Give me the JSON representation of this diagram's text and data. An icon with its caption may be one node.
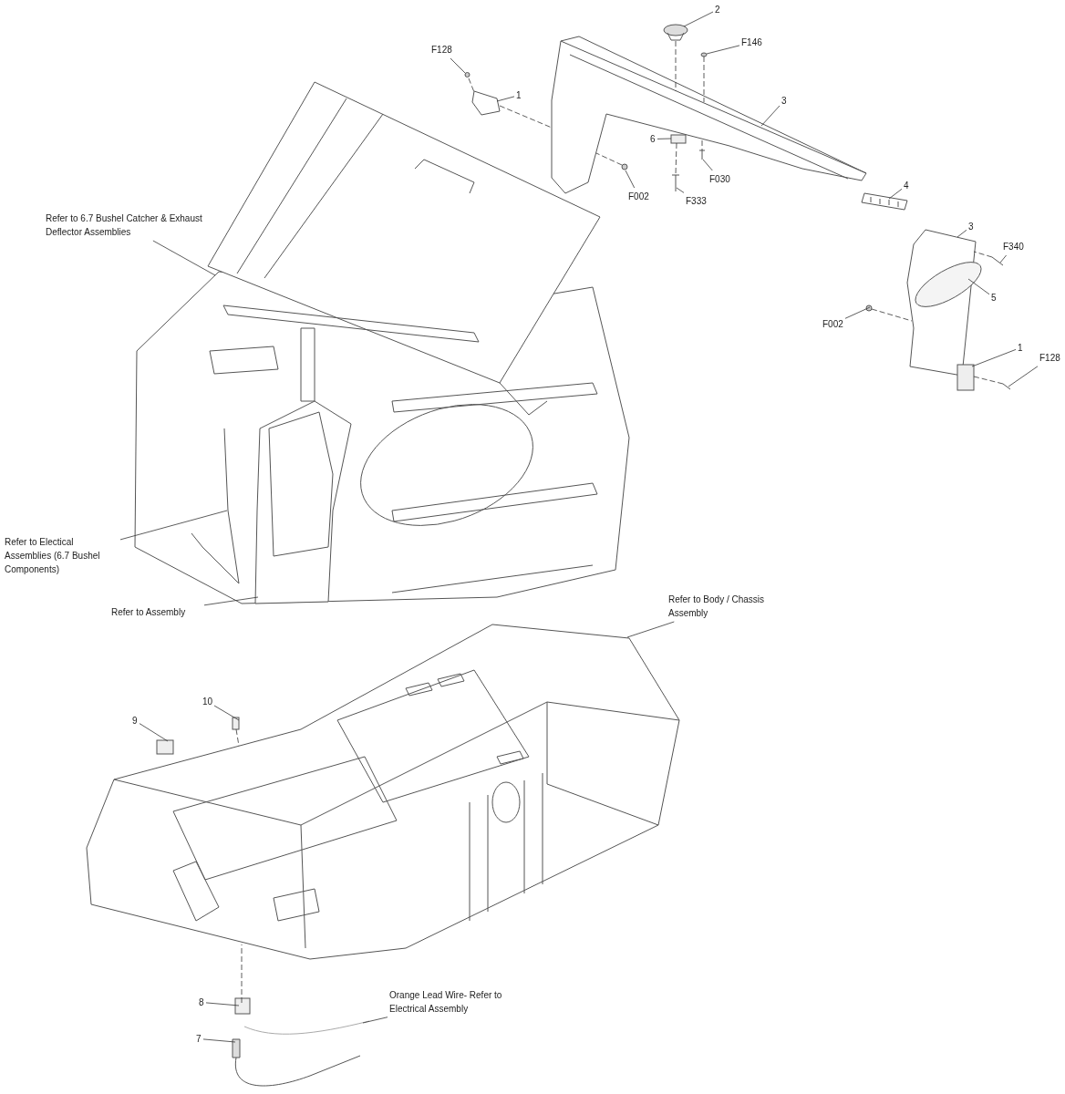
{
  "diagram": {
    "nodes": [
      {
        "text": [
          "F128"
        ]
      },
      {
        "text": [
          "1"
        ]
      },
      {
        "text": [
          "2"
        ]
      },
      {
        "text": [
          "F146"
        ]
      },
      {
        "text": [
          "3"
        ]
      },
      {
        "text": [
          "6"
        ]
      },
      {
        "text": [
          "F030"
        ]
      },
      {
        "text": [
          "F333"
        ]
      },
      {
        "text": [
          "F002"
        ]
      },
      {
        "text": [
          "4"
        ]
      },
      {
        "text": [
          "3"
        ]
      },
      {
        "text": [
          "F340"
        ]
      },
      {
        "text": [
          "5"
        ]
      },
      {
        "text": [
          "F002"
        ]
      },
      {
        "text": [
          "1"
        ]
      },
      {
        "text": [
          "F128"
        ]
      },
      {
        "text": [
          "Refer to 6.7 Bushel Catcher & Exhaust Deflector Assemblies"
        ]
      },
      {
        "text": [
          "Refer to Electical Assemblies (6.7 Bushel Components)"
        ]
      },
      {
        "text": [
          "Refer to Assembly"
        ]
      },
      {
        "text": [
          "Refer to Body / Chassis Assembly"
        ]
      },
      {
        "text": [
          "10"
        ]
      },
      {
        "text": [
          "9"
        ]
      },
      {
        "text": [
          "8"
        ]
      },
      {
        "text": [
          "Orange Lead Wire- Refer to Electrical Assembly"
        ]
      },
      {
        "text": [
          "7"
        ]
      },
      {
        "text": [],
        "shape": "picture"
      },
      {
        "text": [],
        "shape": "picture"
      },
      {
        "text": [],
        "shape": "picture"
      },
      {
        "text": [],
        "shape": "picture"
      },
      {
        "text": [],
        "shape": "picture"
      },
      {
        "text": [],
        "shape": "box"
      },
      {
        "text": [],
        "shape": "picture"
      },
      {
        "text": [],
        "shape": "picture"
      },
      {
        "text": [],
        "shape": "picture"
      },
      {
        "text": [],
        "shape": "picture"
      },
      {
        "text": [],
        "shape": "picture"
      },
      {
        "text": [],
        "shape": "picture"
      },
      {
        "text": [],
        "shape": "picture",
        "in": 35
      },
      {
        "text": [],
        "shape": "picture"
      },
      {
        "text": [],
        "shape": "box"
      },
      {
        "text": [],
        "shape": "picture"
      },
      {
        "text": [],
        "shape": "picture"
      },
      {
        "text": [],
        "shape": "picture",
        "in": 41
      },
      {
        "text": [],
        "shape": "picture",
        "in": 41
      },
      {
        "text": [],
        "shape": "picture"
      },
      {
        "text": [],
        "shape": "box"
      },
      {
        "text": [],
        "shape": "box"
      },
      {
        "text": [],
        "shape": "box"
      },
      {
        "text": [],
        "shape": "picture"
      },
      {
        "text": [],
        "shape": "picture"
      }
    ],
    "edges": [
      {
        "from": 0,
        "to": 25,
        "arrow": "none"
      },
      {
        "from": 1,
        "to": 26,
        "arrow": "none"
      },
      {
        "from": 2,
        "to": 27,
        "arrow": "none"
      },
      {
        "from": 3,
        "to": 28,
        "arrow": "none"
      },
      {
        "from": 4,
        "to": 29,
        "arrow": "none"
      },
      {
        "from": 5,
        "to": 30,
        "arrow": "none"
      },
      {
        "from": 6,
        "to": 31,
        "arrow": "none"
      },
      {
        "from": 7,
        "to": 32,
        "arrow": "none"
      },
      {
        "from": 8,
        "to": 33,
        "arrow": "none"
      },
      {
        "from": 9,
        "to": 34,
        "arrow": "none"
      },
      {
        "from": 10,
        "to": 35,
        "arrow": "none"
      },
      {
        "from": 11,
        "to": 36,
        "arrow": "none"
      },
      {
        "from": 12,
        "to": 37,
        "arrow": "none"
      },
      {
        "from": 13,
        "to": 38,
        "arrow": "none"
      },
      {
        "from": 14,
        "to": 39,
        "arrow": "none"
      },
      {
        "from": 15,
        "to": 40,
        "arrow": "none"
      },
      {
        "from": 16,
        "to": 41,
        "arrow": "none"
      },
      {
        "from": 17,
        "to": 42,
        "arrow": "none"
      },
      {
        "from": 18,
        "to": 43,
        "arrow": "none"
      },
      {
        "from": 19,
        "to": 44,
        "arrow": "none"
      },
      {
        "from": 20,
        "to": 45,
        "arrow": "none"
      },
      {
        "from": 21,
        "to": 46,
        "arrow": "none"
      },
      {
        "from": 22,
        "to": 47,
        "arrow": "none"
      },
      {
        "from": 23,
        "to": 49,
        "arrow": "none"
      },
      {
        "from": 24,
        "to": 48,
        "arrow": "none"
      },
      {
        "from": 25,
        "to": 26,
        "arrow": "none",
        "style": "dashed"
      },
      {
        "from": 26,
        "to": 29,
        "arrow": "none",
        "style": "dashed"
      },
      {
        "from": 27,
        "to": 29,
        "arrow": "none",
        "style": "dashed"
      },
      {
        "from": 30,
        "to": 32,
        "arrow": "none",
        "style": "dashed"
      },
      {
        "from": 28,
        "to": 29,
        "arrow": "none",
        "style": "dashed"
      },
      {
        "from": 33,
        "to": 29,
        "arrow": "none",
        "style": "dashed"
      },
      {
        "from": 36,
        "to": 35,
        "arrow": "none",
        "style": "dashed"
      },
      {
        "from": 38,
        "to": 35,
        "arrow": "none",
        "style": "dashed"
      },
      {
        "from": 40,
        "to": 39,
        "arrow": "none",
        "style": "dashed"
      },
      {
        "from": 45,
        "to": 44,
        "arrow": "none",
        "style": "dashed"
      },
      {
        "from": 47,
        "to": 44,
        "arrow": "none",
        "style": "dashed"
      },
      {
        "from": 29,
        "to": 31,
        "arrow": "none",
        "style": "dashed"
      }
    ]
  }
}
